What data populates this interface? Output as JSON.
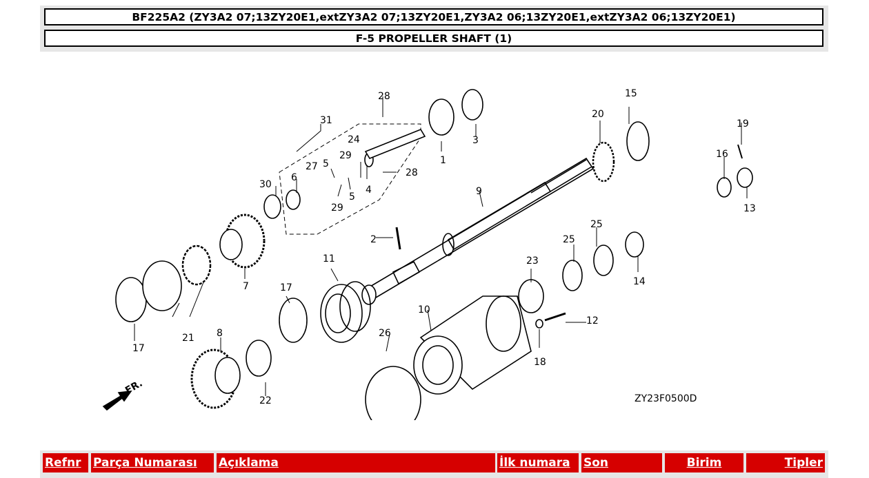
{
  "header": {
    "model": "BF225A2 (ZY3A2 07;13ZY20E1,extZY3A2 07;13ZY20E1,ZY3A2 06;13ZY20E1,extZY3A2 06;13ZY20E1)",
    "section": "F-5 PROPELLER SHAFT (1)"
  },
  "diagram": {
    "drawing_code": "ZY23F0500D",
    "direction_mark": "FR.",
    "callouts": [
      "1",
      "2",
      "3",
      "4",
      "5",
      "5",
      "6",
      "7",
      "8",
      "9",
      "10",
      "11",
      "12",
      "13",
      "14",
      "15",
      "16",
      "17",
      "17",
      "18",
      "19",
      "20",
      "21",
      "22",
      "23",
      "24",
      "25",
      "25",
      "26",
      "27",
      "28",
      "28",
      "29",
      "29",
      "30",
      "31"
    ]
  },
  "table": {
    "columns": [
      "Refnr",
      "Parça Numarası",
      "Açıklama",
      "İlk numara",
      "Son",
      "Birim",
      "Tipler"
    ]
  },
  "colors": {
    "header_bg": "#d60000",
    "frame_bg": "#e6e6e6"
  }
}
